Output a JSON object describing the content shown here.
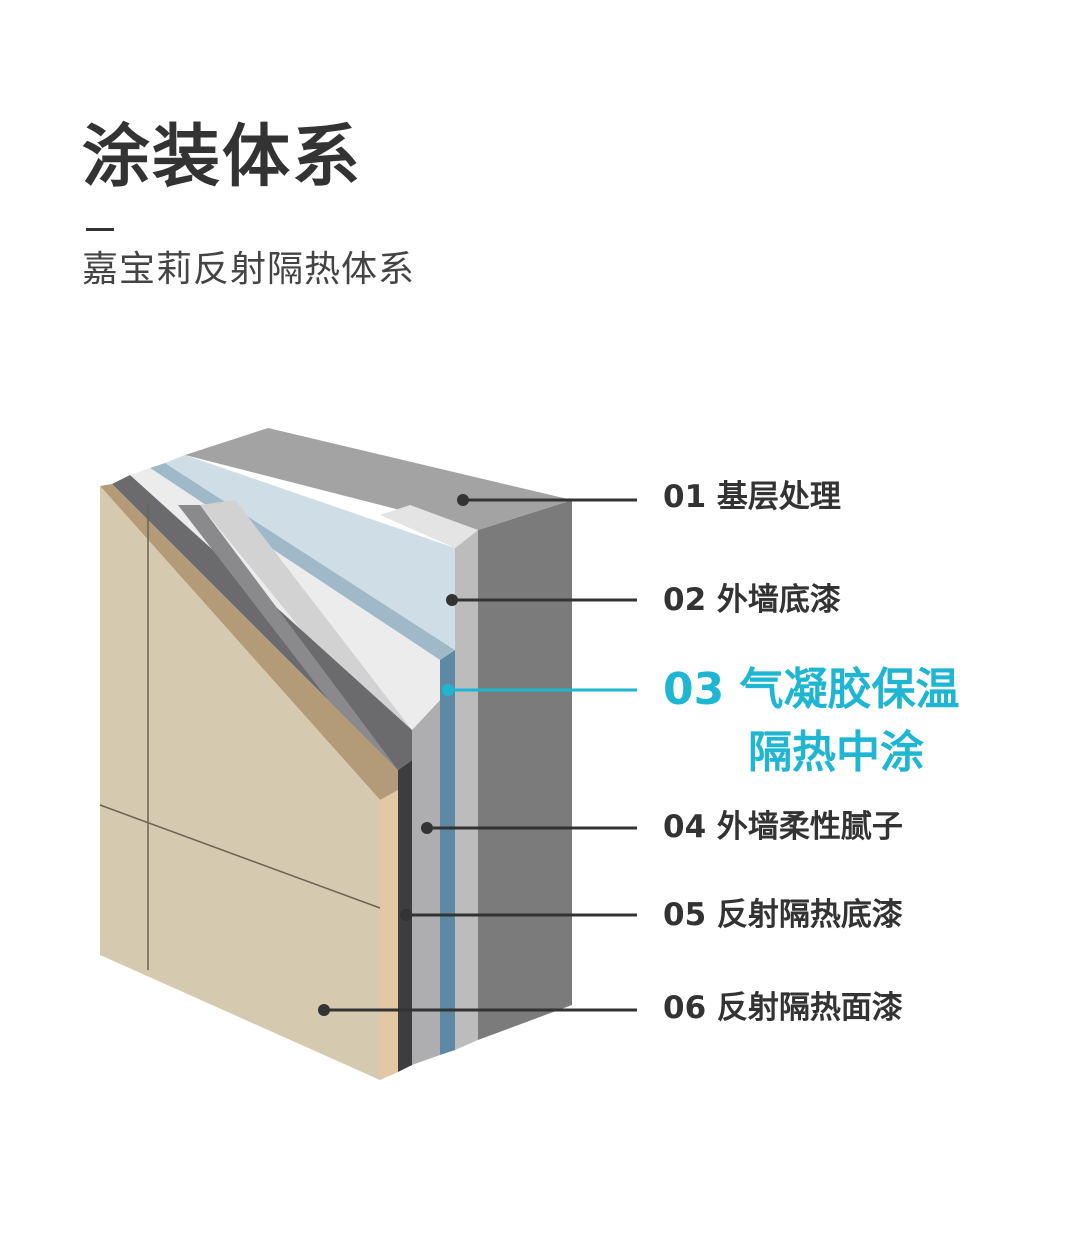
{
  "header": {
    "title": "涂装体系",
    "subtitle": "嘉宝莉反射隔热体系"
  },
  "layers": [
    {
      "label": "01 基层处理"
    },
    {
      "label": "02 外墙底漆"
    },
    {
      "label": "03 气凝胶保温",
      "label_line2": "隔热中涂",
      "highlight": true
    },
    {
      "label": "04 外墙柔性腻子"
    },
    {
      "label": "05 反射隔热底漆"
    },
    {
      "label": "06 反射隔热面漆"
    }
  ],
  "colors": {
    "highlight": "#1fb6d3",
    "text": "#333333",
    "leader_line": "#333333"
  }
}
